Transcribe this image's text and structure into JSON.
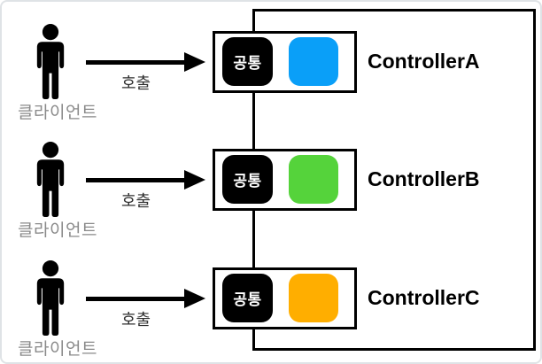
{
  "diagram": {
    "rows": [
      {
        "client_label": "클라이언트",
        "call_label": "호출",
        "badge_label": "공통",
        "controller_label": "ControllerA",
        "accent_color": "#0a9ff8"
      },
      {
        "client_label": "클라이언트",
        "call_label": "호출",
        "badge_label": "공통",
        "controller_label": "ControllerB",
        "accent_color": "#55d33b"
      },
      {
        "client_label": "클라이언트",
        "call_label": "호출",
        "badge_label": "공통",
        "controller_label": "ControllerC",
        "accent_color": "#ffae00"
      }
    ],
    "colors": {
      "outline": "#000000",
      "client_label_text": "#8a8a8a",
      "call_label_text": "#2f2f2f",
      "badge_background": "#000000",
      "badge_text": "#ffffff",
      "controller_text": "#000000"
    }
  }
}
